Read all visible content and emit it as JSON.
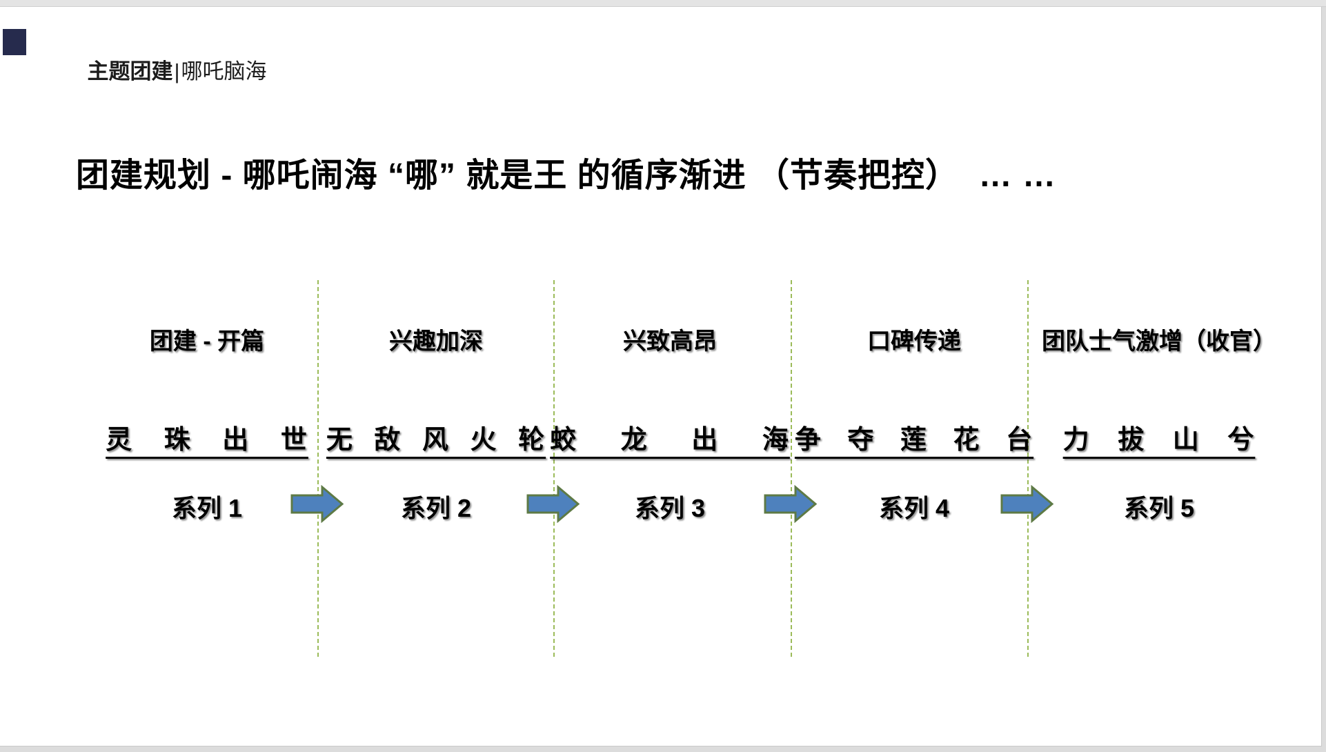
{
  "slide": {
    "header": {
      "brand_strong": "主题团建",
      "separator": "|",
      "brand_light": "哪吒脑海"
    },
    "title": "团建规划 - 哪吒闹海 “哪” 就是王 的循序渐进 （节奏把控）  … …",
    "columns": [
      {
        "phase": "团建 - 开篇",
        "activity": "灵 珠 出 世",
        "series": "系列 1"
      },
      {
        "phase": "兴趣加深",
        "activity": "无 敌 风 火 轮",
        "series": "系列 2"
      },
      {
        "phase": "兴致高昂",
        "activity": "蛟 龙 出 海",
        "series": "系列 3"
      },
      {
        "phase": "口碑传递",
        "activity": "争 夺 莲 花 台",
        "series": "系列 4"
      },
      {
        "phase": "团队士气激增（收官）",
        "activity": "力 拔 山 兮",
        "series": "系列 5"
      }
    ],
    "colors": {
      "brand_block": "#262B4D",
      "arrow_fill": "#4E81BD",
      "arrow_border": "#5E7A45",
      "divider_green": "#9BBB59"
    }
  }
}
